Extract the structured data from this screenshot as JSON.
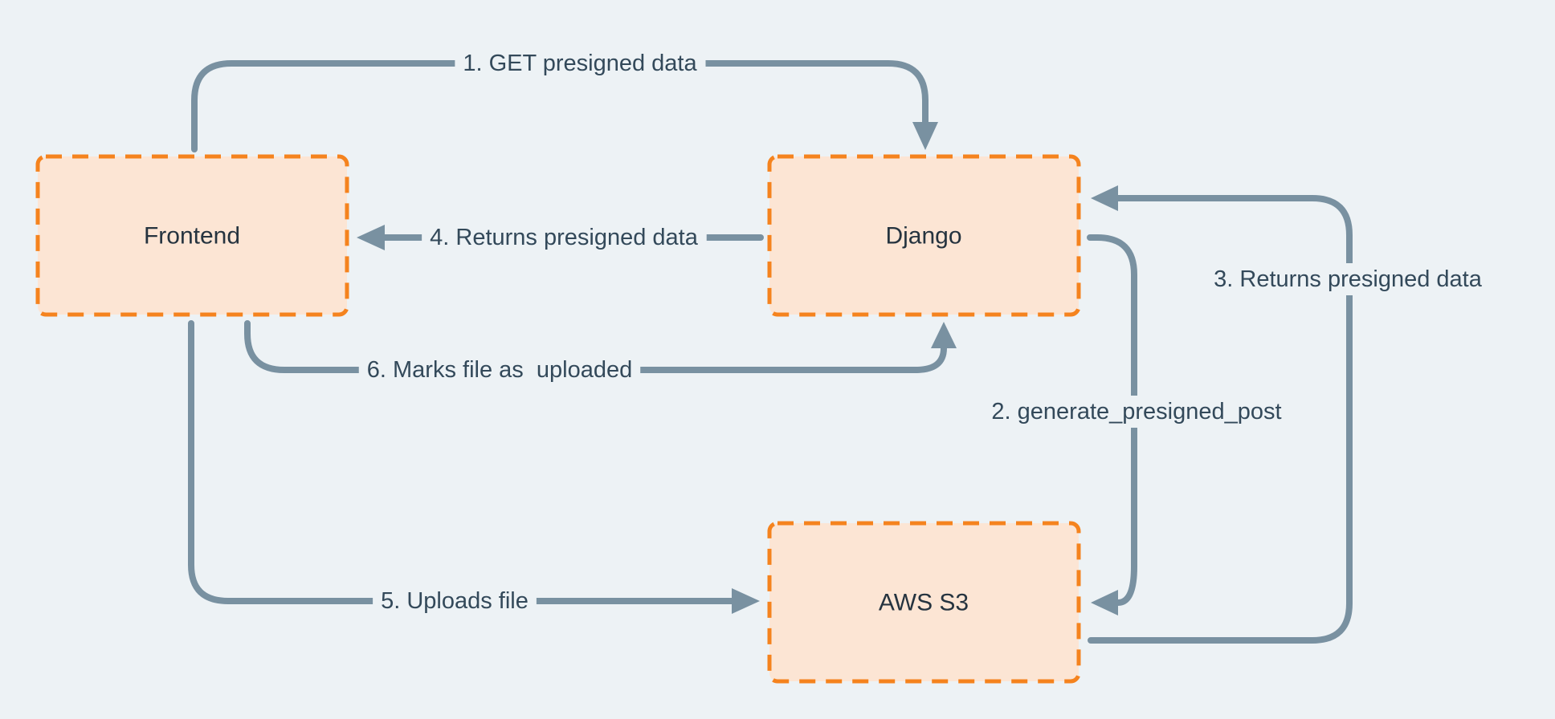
{
  "colors": {
    "background": "#edf2f5",
    "node_fill": "#fce5d4",
    "node_border": "#f5831e",
    "arrow": "#7991a1",
    "node_text": "#25333f",
    "label_text": "#33495a"
  },
  "diagram": {
    "nodes": [
      {
        "id": "frontend",
        "label": "Frontend"
      },
      {
        "id": "django",
        "label": "Django"
      },
      {
        "id": "aws-s3",
        "label": "AWS S3"
      }
    ],
    "flows": [
      {
        "step": "1",
        "label": "1. GET presigned data",
        "from": "Frontend",
        "to": "Django"
      },
      {
        "step": "2",
        "label": "2. generate_presigned_post",
        "from": "Django",
        "to": "AWS S3"
      },
      {
        "step": "3",
        "label": "3. Returns presigned data",
        "from": "AWS S3",
        "to": "Django"
      },
      {
        "step": "4",
        "label": "4. Returns presigned data",
        "from": "Django",
        "to": "Frontend"
      },
      {
        "step": "5",
        "label": "5. Uploads file",
        "from": "Frontend",
        "to": "AWS S3"
      },
      {
        "step": "6",
        "label": "6. Marks file as  uploaded",
        "from": "Frontend",
        "to": "Django"
      }
    ]
  }
}
